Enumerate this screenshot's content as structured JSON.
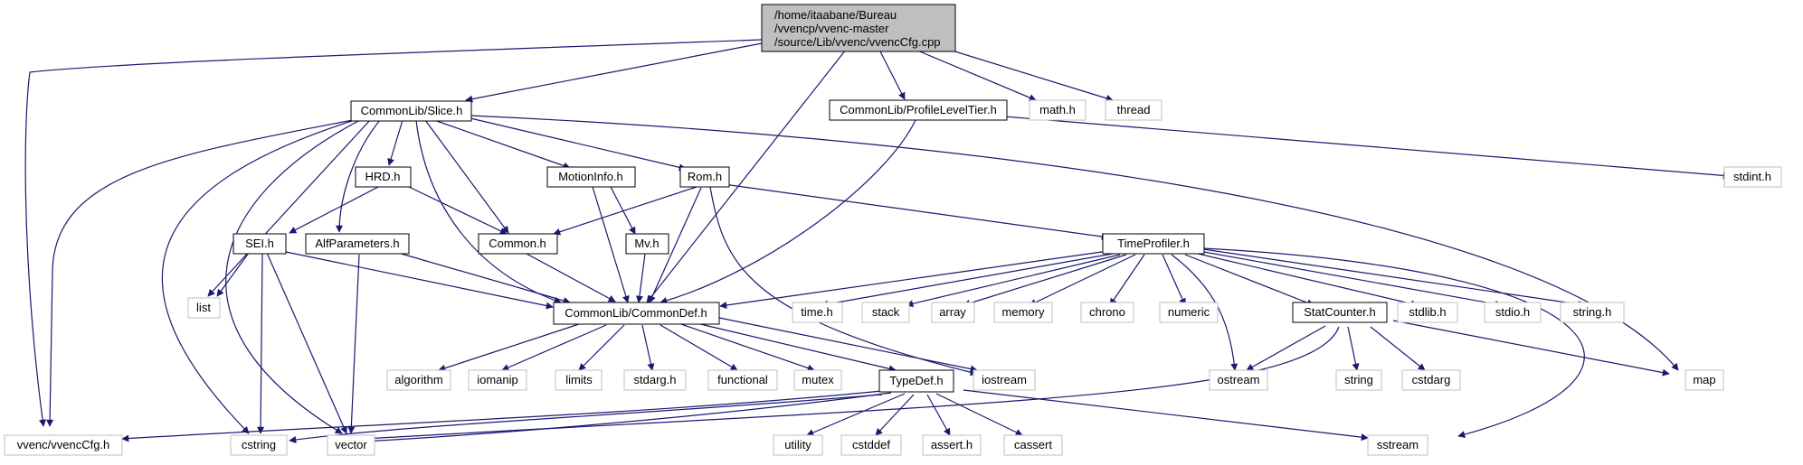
{
  "colors": {
    "edge": "#191970",
    "root_fill": "#bfbfbf",
    "node_border": "#000000",
    "system_border": "#bfbfbf"
  },
  "nodes": {
    "root": {
      "lines": [
        "/home/itaabane/Bureau",
        "/vvencp/vvenc-master",
        "/source/Lib/vvenc/vvencCfg.cpp"
      ]
    },
    "slice": {
      "label": "CommonLib/Slice.h"
    },
    "profile": {
      "label": "CommonLib/ProfileLevelTier.h"
    },
    "mathh": {
      "label": "math.h"
    },
    "thread": {
      "label": "thread"
    },
    "stdint": {
      "label": "stdint.h"
    },
    "hrd": {
      "label": "HRD.h"
    },
    "motion": {
      "label": "MotionInfo.h"
    },
    "rom": {
      "label": "Rom.h"
    },
    "sei": {
      "label": "SEI.h"
    },
    "alf": {
      "label": "AlfParameters.h"
    },
    "common": {
      "label": "Common.h"
    },
    "mv": {
      "label": "Mv.h"
    },
    "timeprof": {
      "label": "TimeProfiler.h"
    },
    "list": {
      "label": "list"
    },
    "commondef": {
      "label": "CommonLib/CommonDef.h"
    },
    "timeh": {
      "label": "time.h"
    },
    "stack": {
      "label": "stack"
    },
    "array": {
      "label": "array"
    },
    "memory": {
      "label": "memory"
    },
    "chrono": {
      "label": "chrono"
    },
    "numeric": {
      "label": "numeric"
    },
    "statcounter": {
      "label": "StatCounter.h"
    },
    "stdlib": {
      "label": "stdlib.h"
    },
    "stdio": {
      "label": "stdio.h"
    },
    "stringh": {
      "label": "string.h"
    },
    "algorithm": {
      "label": "algorithm"
    },
    "iomanip": {
      "label": "iomanip"
    },
    "limits": {
      "label": "limits"
    },
    "stdarg": {
      "label": "stdarg.h"
    },
    "functional": {
      "label": "functional"
    },
    "mutex": {
      "label": "mutex"
    },
    "typedef": {
      "label": "TypeDef.h"
    },
    "iostream": {
      "label": "iostream"
    },
    "ostream": {
      "label": "ostream"
    },
    "string": {
      "label": "string"
    },
    "cstdarg": {
      "label": "cstdarg"
    },
    "map": {
      "label": "map"
    },
    "vvenccfg": {
      "label": "vvenc/vvencCfg.h"
    },
    "cstring": {
      "label": "cstring"
    },
    "vector": {
      "label": "vector"
    },
    "utility": {
      "label": "utility"
    },
    "cstddef": {
      "label": "cstddef"
    },
    "asserth": {
      "label": "assert.h"
    },
    "cassert": {
      "label": "cassert"
    },
    "sstream": {
      "label": "sstream"
    }
  }
}
